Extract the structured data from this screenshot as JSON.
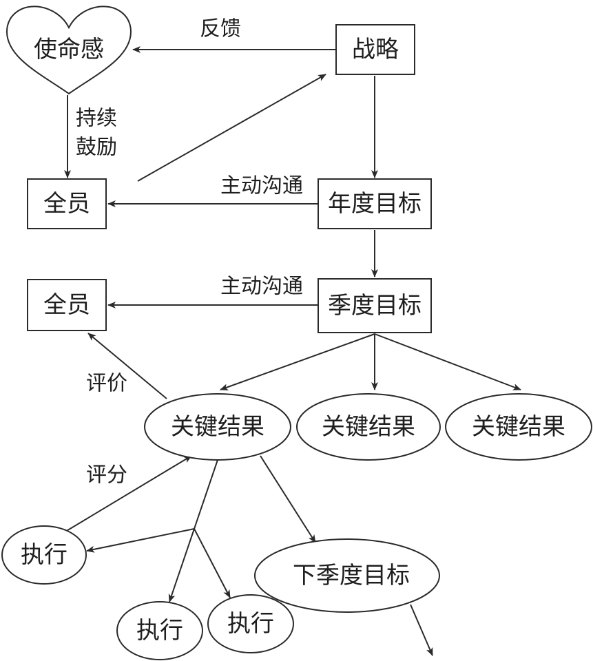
{
  "nodes": {
    "mission": "使命感",
    "strategy": "战略",
    "all_staff_1": "全员",
    "annual_goal": "年度目标",
    "all_staff_2": "全员",
    "quarterly_goal": "季度目标",
    "key_result_1": "关键结果",
    "key_result_2": "关键结果",
    "key_result_3": "关键结果",
    "execution_1": "执行",
    "execution_2": "执行",
    "execution_3": "执行",
    "next_quarter_goal": "下季度目标"
  },
  "edges": {
    "feedback": "反馈",
    "encourage_line1": "持续",
    "encourage_line2": "鼓励",
    "communicate_1": "主动沟通",
    "communicate_2": "主动沟通",
    "evaluate": "评价",
    "score": "评分"
  }
}
